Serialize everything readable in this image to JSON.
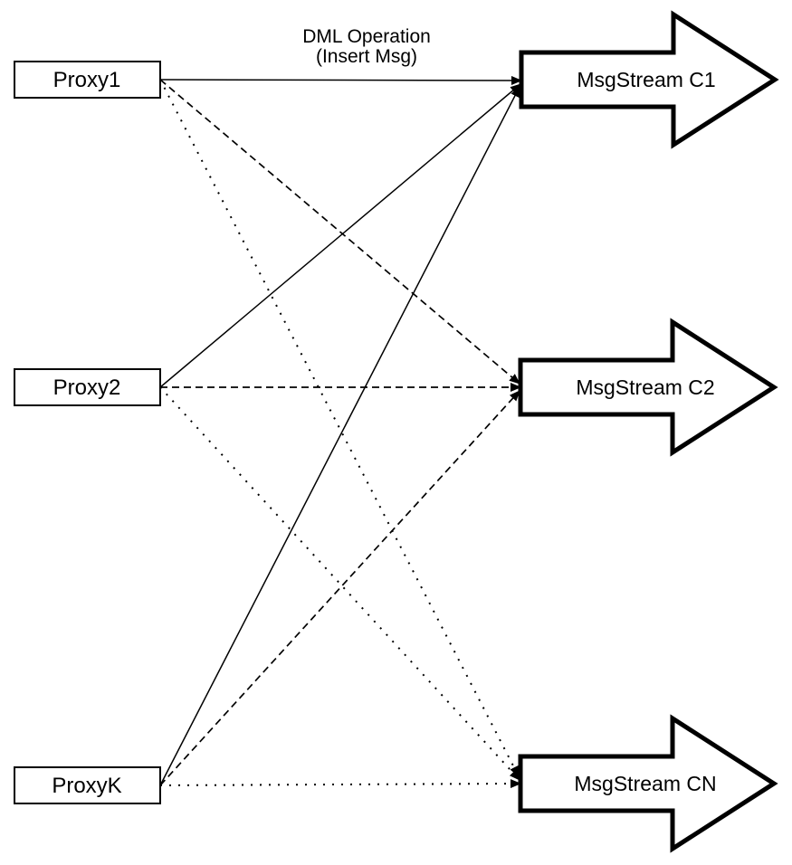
{
  "label": {
    "line1": "DML Operation",
    "line2": "(Insert Msg)"
  },
  "proxies": [
    {
      "id": "proxy1",
      "label": "Proxy1"
    },
    {
      "id": "proxy2",
      "label": "Proxy2"
    },
    {
      "id": "proxyk",
      "label": "ProxyK"
    }
  ],
  "streams": [
    {
      "id": "msgstream-c1",
      "label": "MsgStream C1"
    },
    {
      "id": "msgstream-c2",
      "label": "MsgStream C2"
    },
    {
      "id": "msgstream-cn",
      "label": "MsgStream CN"
    }
  ],
  "edges": [
    {
      "from": "Proxy1",
      "to": "MsgStream C1",
      "style": "solid"
    },
    {
      "from": "Proxy2",
      "to": "MsgStream C1",
      "style": "solid"
    },
    {
      "from": "ProxyK",
      "to": "MsgStream C1",
      "style": "solid"
    },
    {
      "from": "Proxy1",
      "to": "MsgStream C2",
      "style": "dashed"
    },
    {
      "from": "Proxy2",
      "to": "MsgStream C2",
      "style": "dashed"
    },
    {
      "from": "ProxyK",
      "to": "MsgStream C2",
      "style": "dashed"
    },
    {
      "from": "Proxy1",
      "to": "MsgStream CN",
      "style": "dotted"
    },
    {
      "from": "Proxy2",
      "to": "MsgStream CN",
      "style": "dotted"
    },
    {
      "from": "ProxyK",
      "to": "MsgStream CN",
      "style": "dotted"
    }
  ],
  "colors": {
    "stroke": "#000000",
    "shape_fill": "#ffffff",
    "background": "#ffffff"
  }
}
